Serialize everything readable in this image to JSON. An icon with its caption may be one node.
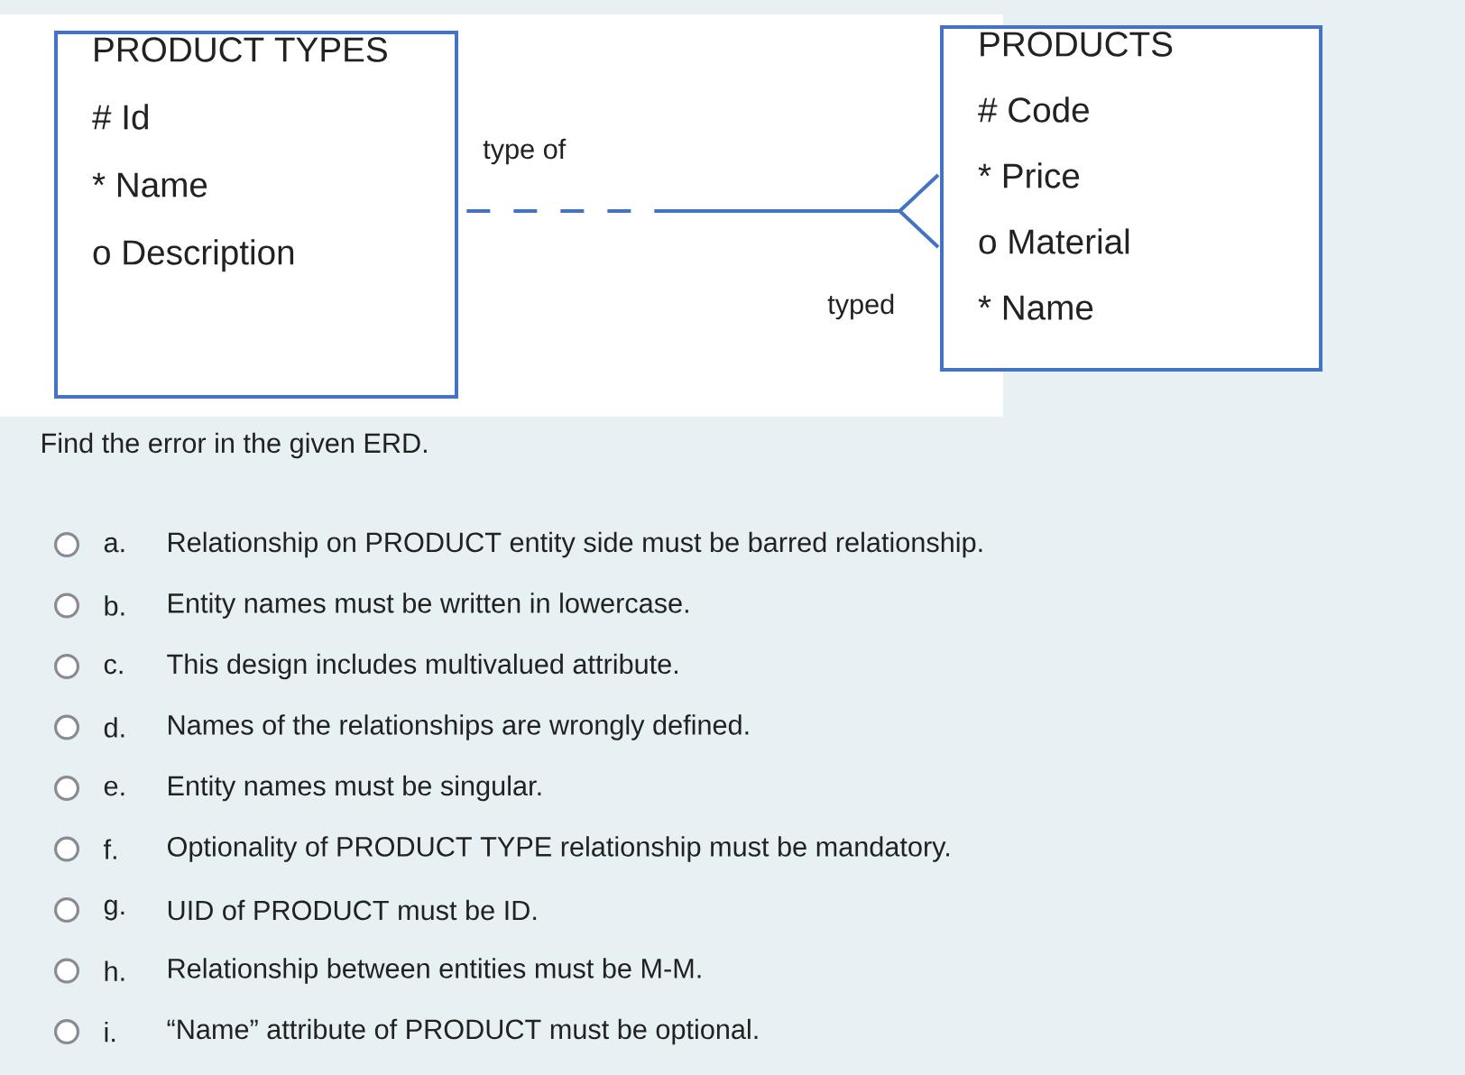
{
  "diagram": {
    "nodes": [
      {
        "text": [
          "PRODUCT TYPES",
          "# Id",
          "* Name",
          "o Description"
        ]
      },
      {
        "text": [
          "PRODUCTS",
          "# Code",
          "* Price",
          "o Material",
          "* Name"
        ]
      }
    ],
    "edges": [
      {
        "from": 0,
        "to": 1,
        "arrow": "other",
        "label": "type of"
      }
    ],
    "labels": [
      "typed",
      "Find the error in the given ERD.",
      "a.",
      "Relationship on PRODUCT entity side must be barred relationship.",
      "b.",
      "Entity names must be written in lowercase.",
      "c.",
      "This design includes multivalued attribute.",
      "d.",
      "Names of the relationships are wrongly defined.",
      "e.",
      "Entity names must be singular.",
      "f.",
      "Optionality of PRODUCT TYPE relationship must be mandatory.",
      "g.",
      "UID of PRODUCT must be ID.",
      "h.",
      "Relationship between entities must be M-M.",
      "i.",
      "“Name” attribute of PRODUCT must be optional."
    ]
  }
}
